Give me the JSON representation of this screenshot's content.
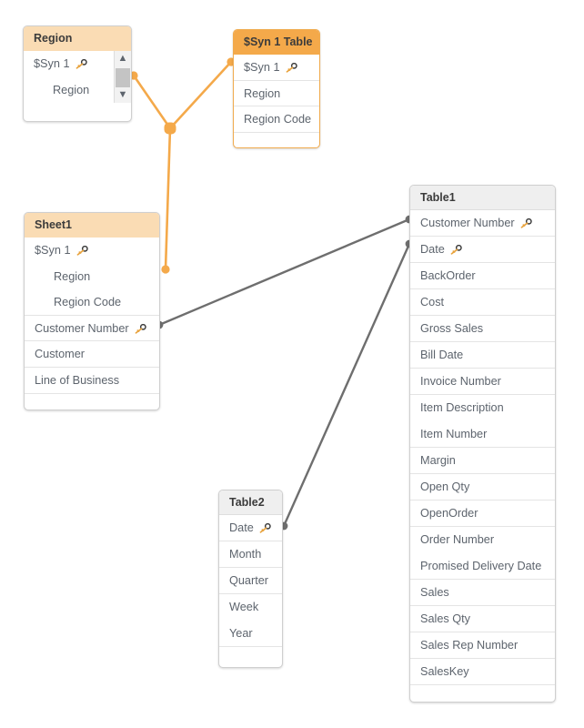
{
  "app": {
    "view": "data-model-viewer",
    "colors": {
      "synthetic_key_orange": "#f4a94a",
      "synthetic_table_peach": "#fadcb4",
      "normal_header_grey": "#efefef",
      "association_grey": "#6e6e6e",
      "text_grey": "#5d646d"
    }
  },
  "tables": [
    {
      "id": "region",
      "title": "Region",
      "header_style": "peach",
      "has_scrollbar": true,
      "fields": [
        {
          "label": "$Syn 1",
          "key": true,
          "indent": false
        },
        {
          "label": "Region",
          "key": false,
          "indent": true
        }
      ]
    },
    {
      "id": "syn1table",
      "title": "$Syn 1 Table",
      "header_style": "orange",
      "has_scrollbar": false,
      "fields": [
        {
          "label": "$Syn 1",
          "key": true,
          "indent": false
        },
        {
          "label": "Region",
          "key": false,
          "indent": false
        },
        {
          "label": "Region Code",
          "key": false,
          "indent": false
        }
      ]
    },
    {
      "id": "sheet1",
      "title": "Sheet1",
      "header_style": "peach",
      "has_scrollbar": false,
      "fields": [
        {
          "label": "$Syn 1",
          "key": true,
          "indent": false
        },
        {
          "label": "Region",
          "key": false,
          "indent": true
        },
        {
          "label": "Region Code",
          "key": false,
          "indent": true
        },
        {
          "label": "Customer Number",
          "key": true,
          "indent": false
        },
        {
          "label": "Customer",
          "key": false,
          "indent": false
        },
        {
          "label": "Line of Business",
          "key": false,
          "indent": false
        }
      ]
    },
    {
      "id": "table1",
      "title": "Table1",
      "header_style": "grey",
      "has_scrollbar": false,
      "fields": [
        {
          "label": "Customer Number",
          "key": true,
          "indent": false
        },
        {
          "label": "Date",
          "key": true,
          "indent": false
        },
        {
          "label": "BackOrder",
          "key": false,
          "indent": false
        },
        {
          "label": "Cost",
          "key": false,
          "indent": false
        },
        {
          "label": "Gross Sales",
          "key": false,
          "indent": false
        },
        {
          "label": "Bill Date",
          "key": false,
          "indent": false
        },
        {
          "label": "Invoice Number",
          "key": false,
          "indent": false
        },
        {
          "label": "Item Description",
          "key": false,
          "indent": false
        },
        {
          "label": "Item Number",
          "key": false,
          "indent": false
        },
        {
          "label": "Margin",
          "key": false,
          "indent": false
        },
        {
          "label": "Open Qty",
          "key": false,
          "indent": false
        },
        {
          "label": "OpenOrder",
          "key": false,
          "indent": false
        },
        {
          "label": "Order Number",
          "key": false,
          "indent": false
        },
        {
          "label": "Promised Delivery Date",
          "key": false,
          "indent": false
        },
        {
          "label": "Sales",
          "key": false,
          "indent": false
        },
        {
          "label": "Sales Qty",
          "key": false,
          "indent": false
        },
        {
          "label": "Sales Rep Number",
          "key": false,
          "indent": false
        },
        {
          "label": "SalesKey",
          "key": false,
          "indent": false
        }
      ]
    },
    {
      "id": "table2",
      "title": "Table2",
      "header_style": "grey",
      "has_scrollbar": false,
      "fields": [
        {
          "label": "Date",
          "key": true,
          "indent": false
        },
        {
          "label": "Month",
          "key": false,
          "indent": false
        },
        {
          "label": "Quarter",
          "key": false,
          "indent": false
        },
        {
          "label": "Week",
          "key": false,
          "indent": false
        },
        {
          "label": "Year",
          "key": false,
          "indent": false
        }
      ]
    }
  ],
  "associations": [
    {
      "id": "syn-region",
      "from": "region",
      "to": "synthetic-node",
      "field": "$Syn 1",
      "type": "synthetic"
    },
    {
      "id": "syn-syntable",
      "from": "synthetic-node",
      "to": "syn1table",
      "field": "$Syn 1",
      "type": "synthetic"
    },
    {
      "id": "syn-sheet1",
      "from": "synthetic-node",
      "to": "sheet1",
      "field": "$Syn 1",
      "type": "synthetic"
    },
    {
      "id": "cust-link",
      "from": "sheet1",
      "to": "table1",
      "field": "Customer Number",
      "type": "normal"
    },
    {
      "id": "date-link",
      "from": "table2",
      "to": "table1",
      "field": "Date",
      "type": "normal"
    }
  ]
}
